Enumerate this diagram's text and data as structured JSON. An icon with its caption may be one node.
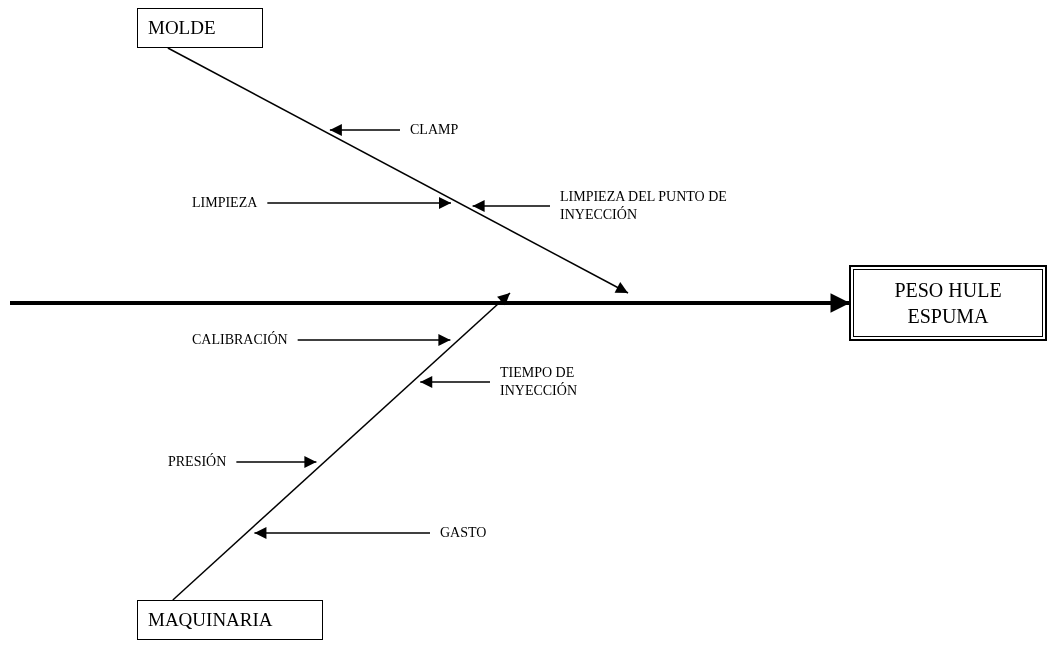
{
  "diagram": {
    "nodes": [
      {
        "text": [
          "MOLDE"
        ]
      },
      {
        "text": [
          "CLAMP"
        ]
      },
      {
        "text": [
          "LIMPIEZA"
        ]
      },
      {
        "text": [
          "LIMPIEZA DEL PUNTO DE INYECCIÓN"
        ]
      },
      {
        "text": [
          "PESO HULE ESPUMA"
        ]
      },
      {
        "text": [
          "CALIBRACIÓN"
        ]
      },
      {
        "text": [
          "TIEMPO DE INYECCIÓN"
        ]
      },
      {
        "text": [
          "PRESIÓN"
        ]
      },
      {
        "text": [
          "GASTO"
        ]
      },
      {
        "text": [
          "MAQUINARIA"
        ]
      }
    ],
    "edges": [
      {
        "from": null,
        "to": 4,
        "arrow": "to",
        "style": "thick"
      },
      {
        "from": 0,
        "to": null,
        "arrow": "to"
      },
      {
        "from": 9,
        "to": null,
        "arrow": "to"
      },
      {
        "from": 1,
        "to": null,
        "arrow": "to"
      },
      {
        "from": 2,
        "to": null,
        "arrow": "to"
      },
      {
        "from": 3,
        "to": null,
        "arrow": "to"
      },
      {
        "from": 5,
        "to": null,
        "arrow": "to"
      },
      {
        "from": 6,
        "to": null,
        "arrow": "to"
      },
      {
        "from": 7,
        "to": null,
        "arrow": "to"
      },
      {
        "from": 8,
        "to": null,
        "arrow": "to"
      }
    ]
  }
}
